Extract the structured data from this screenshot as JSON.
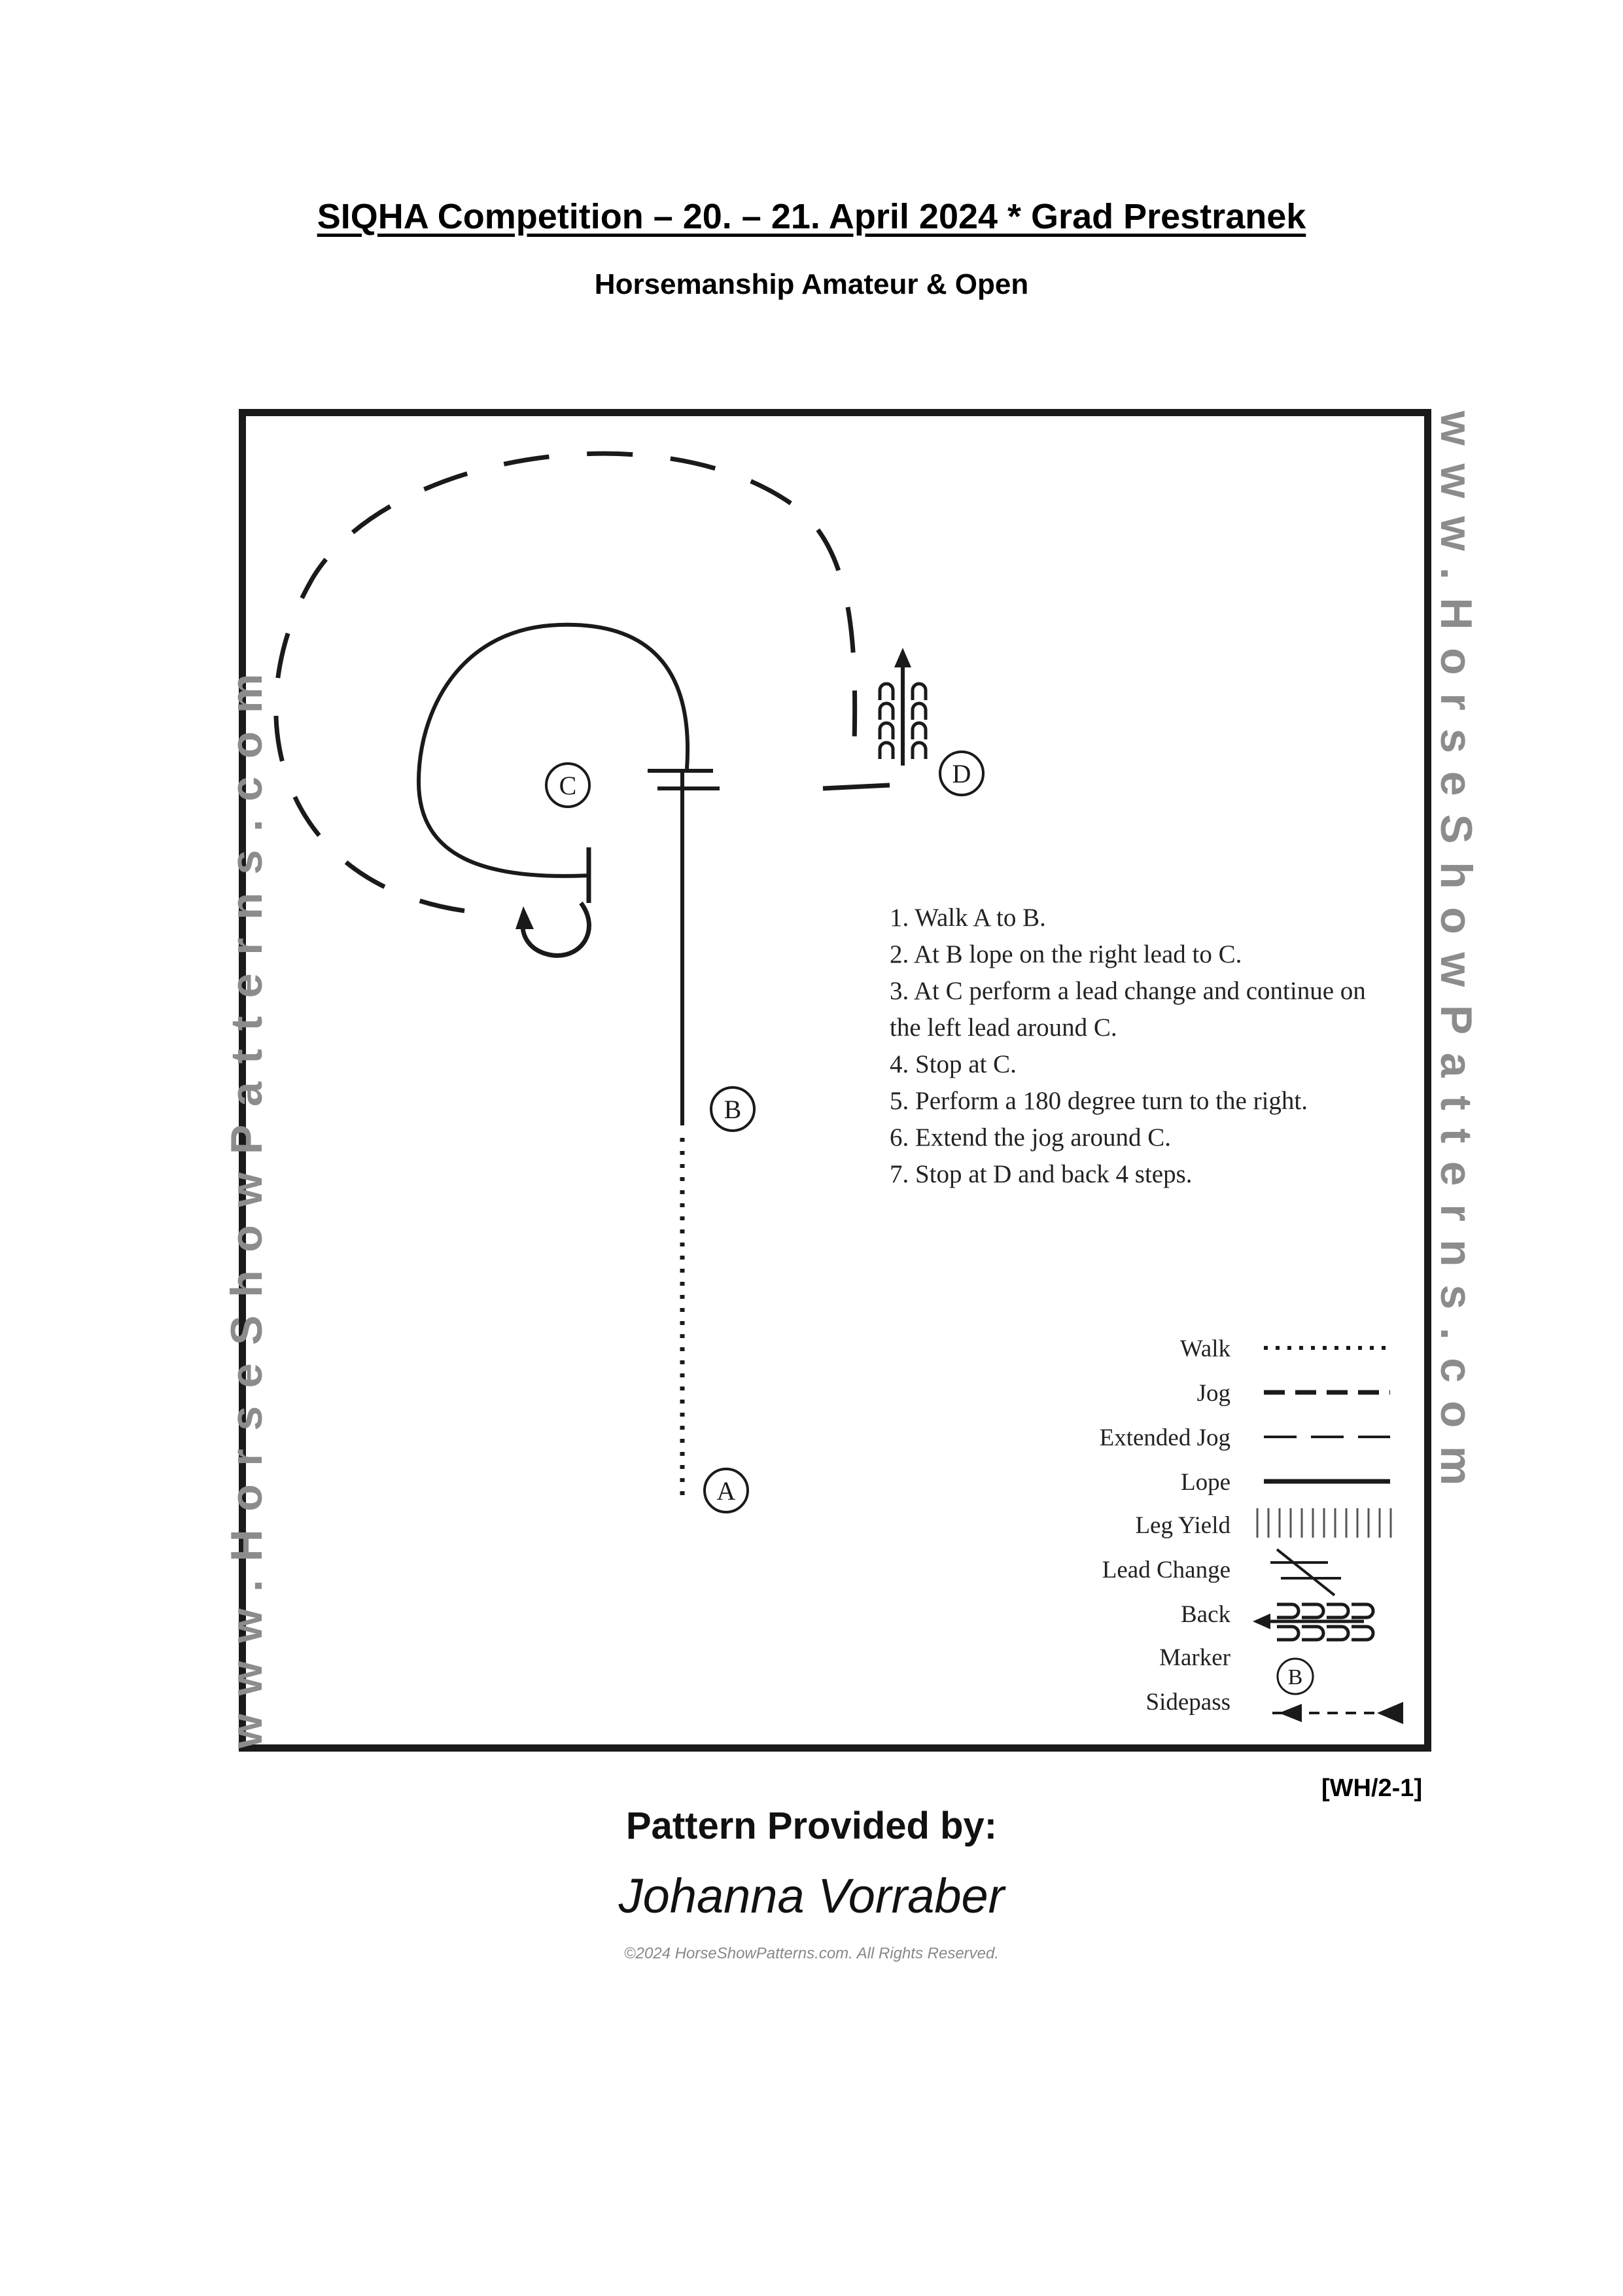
{
  "header": {
    "title": "SIQHA Competition – 20. – 21. April 2024 * Grad Prestranek",
    "subtitle": "Horsemanship Amateur & Open"
  },
  "watermark": "www.HorseShowPatterns.com",
  "markers": [
    "A",
    "B",
    "C",
    "D"
  ],
  "instructions": [
    "1. Walk A to B.",
    "2. At B lope on the right lead to C.",
    "3. At C perform a lead change and continue on the left lead around C.",
    "4. Stop at C.",
    "5. Perform a 180 degree turn to the right.",
    "6. Extend the jog around C.",
    "7. Stop at D and back 4 steps."
  ],
  "legend": {
    "walk": "Walk",
    "jog": "Jog",
    "extended_jog": "Extended Jog",
    "lope": "Lope",
    "leg_yield": "Leg Yield",
    "lead_change": "Lead Change",
    "back": "Back",
    "marker": "Marker",
    "marker_sample": "B",
    "sidepass": "Sidepass"
  },
  "footer": {
    "pattern_code": "[WH/2-1]",
    "provided_by": "Pattern Provided by:",
    "provider_name": "Johanna Vorraber",
    "copyright": "©2024 HorseShowPatterns.com. All Rights Reserved."
  }
}
